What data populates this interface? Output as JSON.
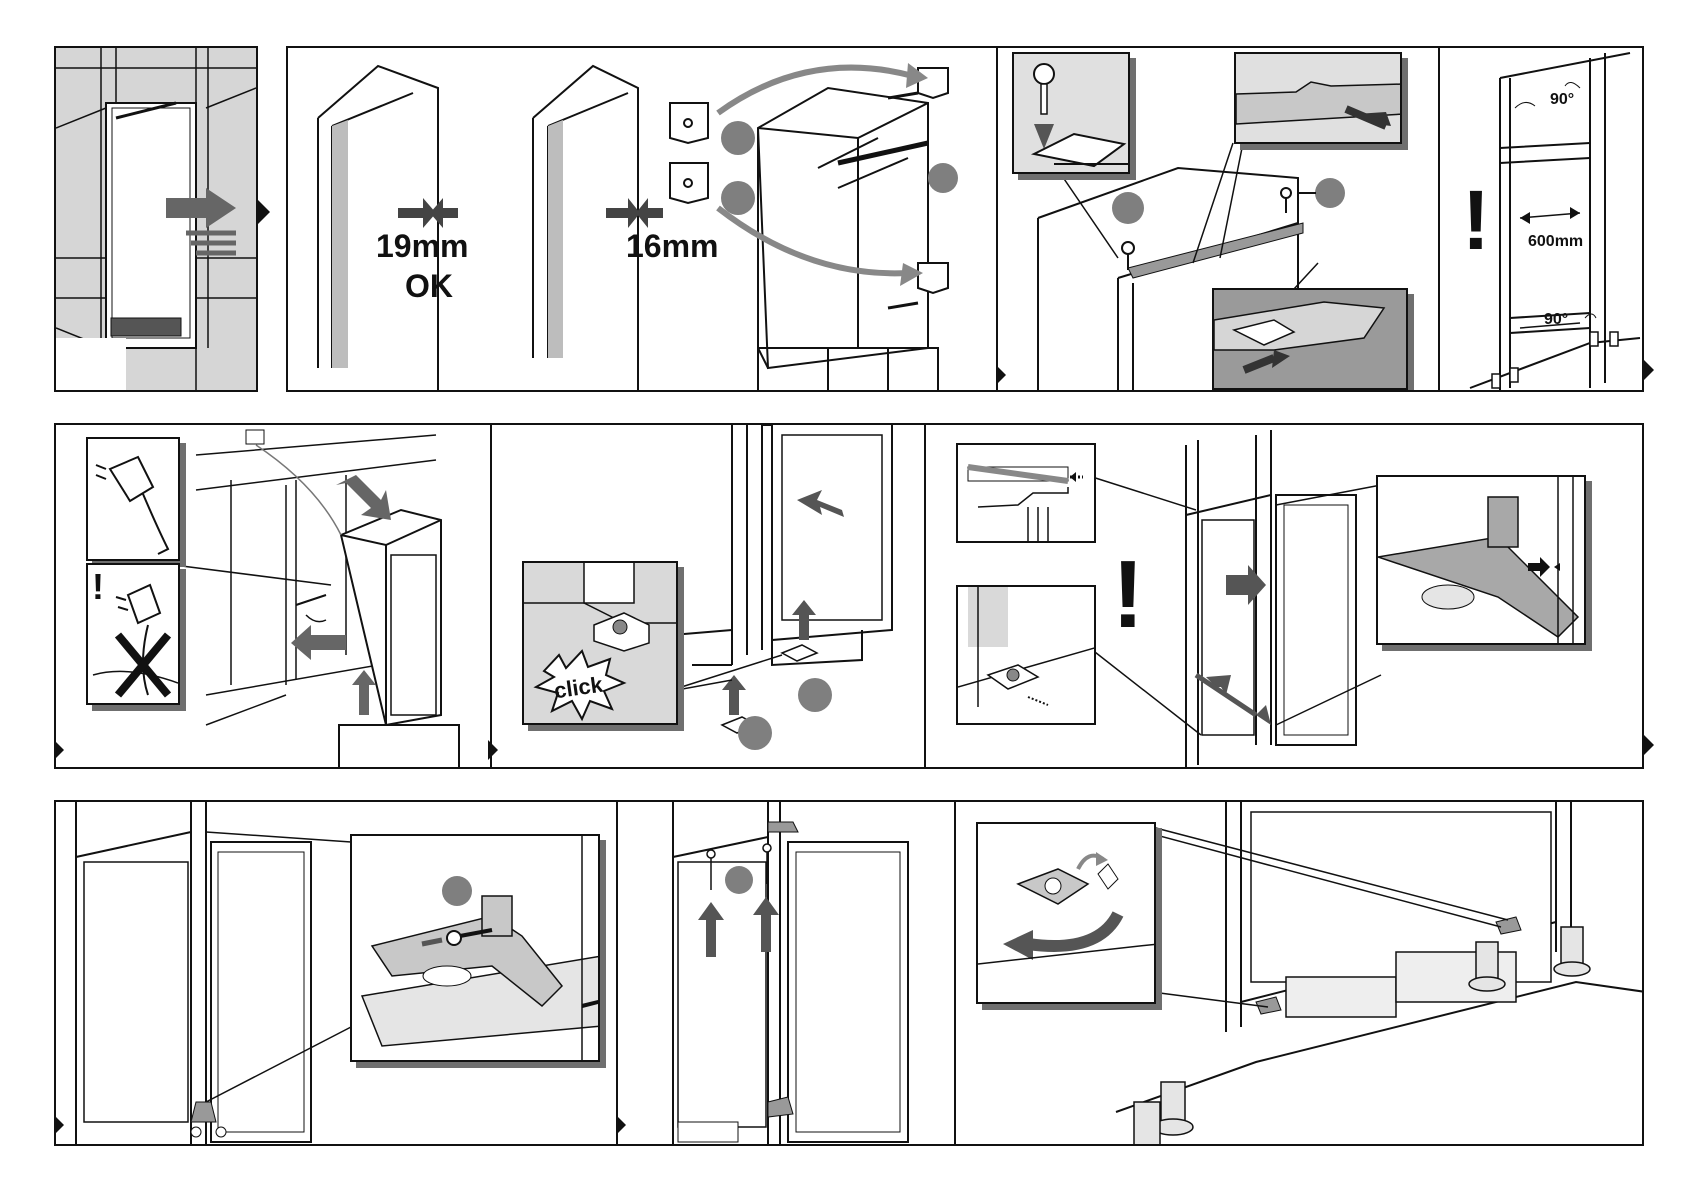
{
  "step1": {},
  "step2": {
    "gap_ok_value": "19mm",
    "gap_ok_status": "OK",
    "gap_alt_value": "16mm"
  },
  "step3": {},
  "step4": {
    "angle_top": "90°",
    "width": "600mm",
    "angle_bottom": "90°"
  },
  "step5": {},
  "step6": {
    "click_text": "click"
  },
  "step7": {},
  "step8": {},
  "step9": {},
  "step10": {},
  "colors": {
    "stroke": "#111111",
    "grey_marker": "#7f7f7f",
    "light_grey": "#d9d9d9",
    "mid_grey": "#9a9a9a",
    "shadow": "#6f6f6f"
  },
  "icons": [
    "arrow-icon",
    "warning-icon",
    "screw-icon",
    "plug-icon",
    "hinge-icon",
    "cross-icon"
  ]
}
